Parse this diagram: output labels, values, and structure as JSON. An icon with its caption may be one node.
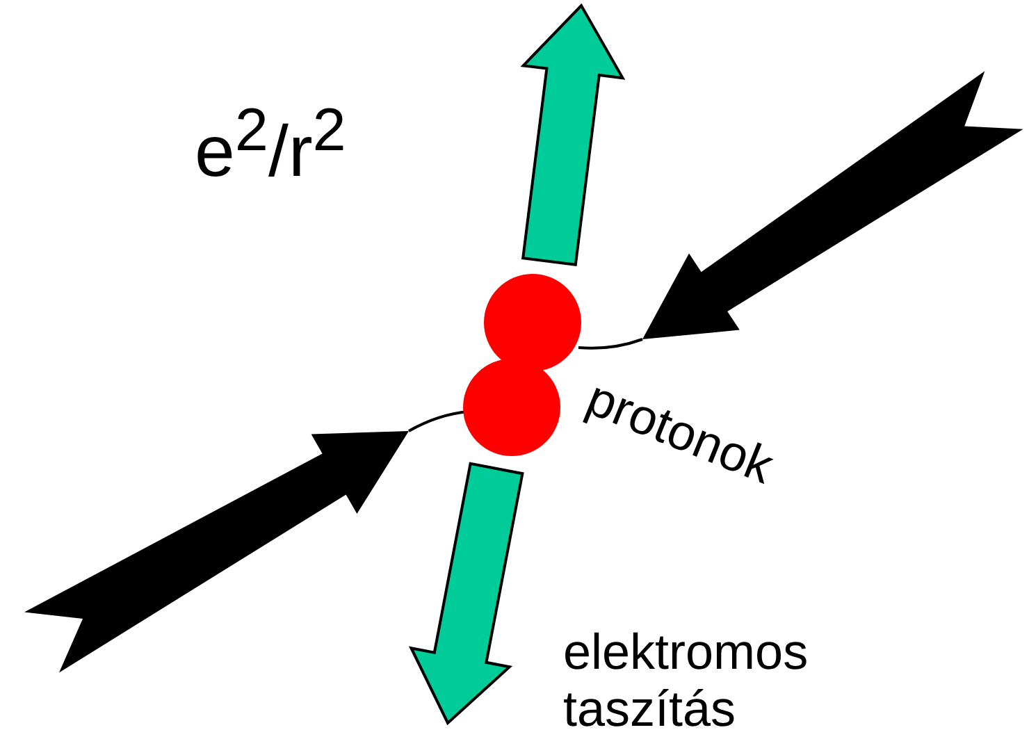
{
  "diagram": {
    "nodes": [
      {
        "text": [],
        "shape": "circle"
      },
      {
        "text": [],
        "shape": "circle"
      }
    ],
    "labels": [
      "e$^{2}$/r$^{2}$",
      "protonok",
      "elektromos taszítás"
    ]
  }
}
